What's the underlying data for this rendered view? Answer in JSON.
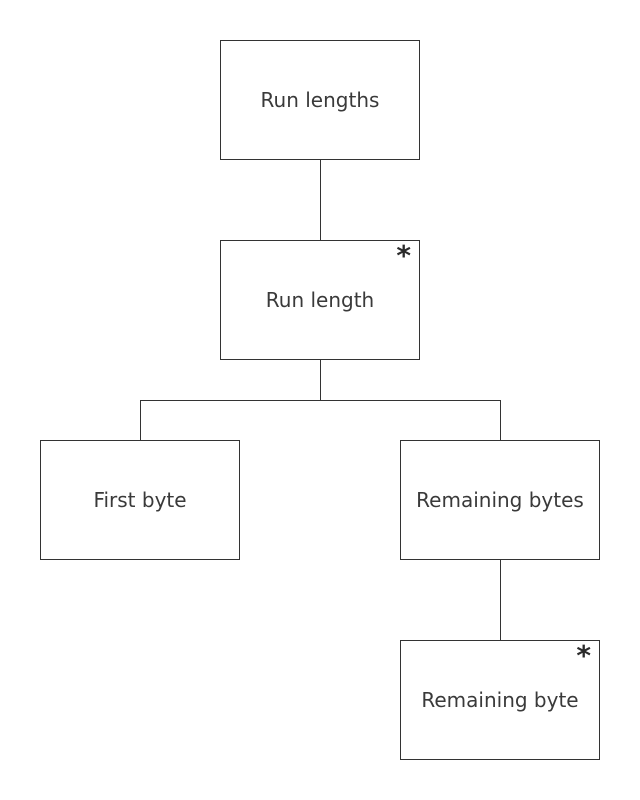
{
  "diagram": {
    "type": "tree-structure-diagram",
    "background_color": "#ffffff",
    "line_color": "#333333",
    "text_color": "#3a3a3a",
    "nodes": [
      {
        "id": "run-lengths",
        "label": "Run lengths",
        "multiplicity": ""
      },
      {
        "id": "run-length",
        "label": "Run length",
        "multiplicity": "*"
      },
      {
        "id": "first-byte",
        "label": "First byte",
        "multiplicity": ""
      },
      {
        "id": "remaining-bytes",
        "label": "Remaining bytes",
        "multiplicity": ""
      },
      {
        "id": "remaining-byte",
        "label": "Remaining byte",
        "multiplicity": "*"
      }
    ],
    "edges": [
      {
        "from": "Run lengths",
        "to": "Run length"
      },
      {
        "from": "Run length",
        "to": "First byte"
      },
      {
        "from": "Run length",
        "to": "Remaining bytes"
      },
      {
        "from": "Remaining bytes",
        "to": "Remaining byte"
      }
    ]
  }
}
